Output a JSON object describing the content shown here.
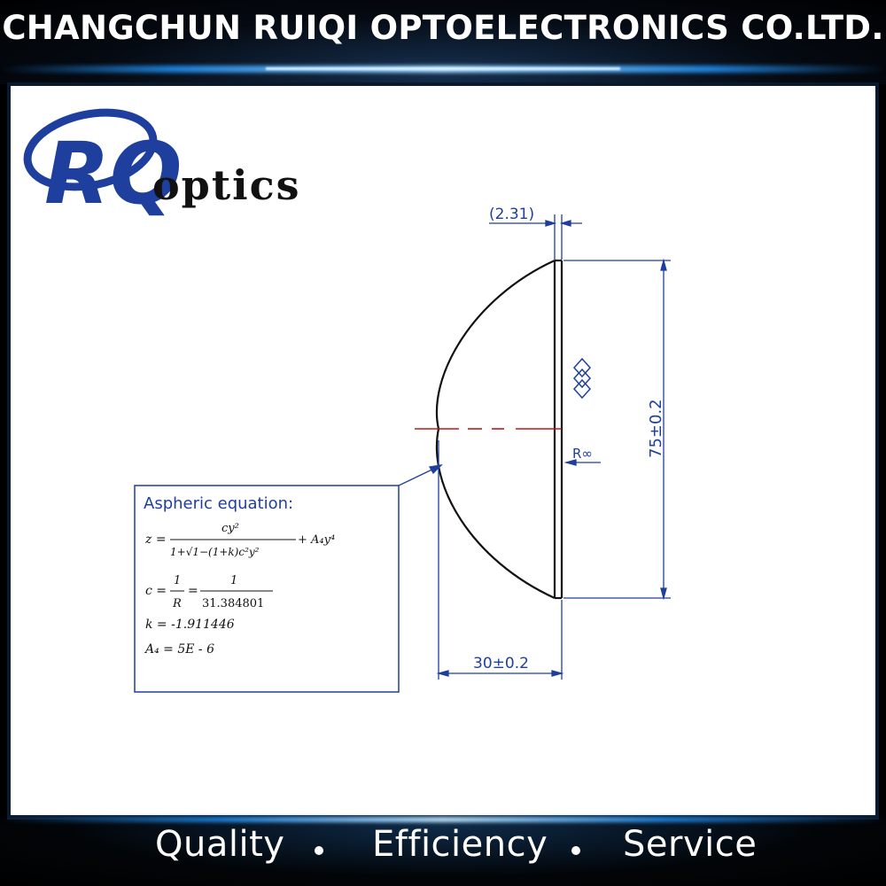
{
  "header": {
    "title": "CHANGCHUN RUIQI OPTOELECTRONICS CO.LTD."
  },
  "logo": {
    "mark": "RQ",
    "wordmark": "optics",
    "brand_color": "#1f3f9e"
  },
  "drawing": {
    "edge_thickness": "(2.31)",
    "diameter": "75±0.2",
    "center_thickness": "30±0.2",
    "flat_surface_radius": "R∞",
    "line_color": "#1f3f9e"
  },
  "equation": {
    "title": "Aspheric equation:",
    "z_lhs": "z =",
    "z_num": "cy²",
    "z_den": "1+√1−(1+k)c²y²",
    "z_term": "+ A₄y⁴",
    "c_lhs": "c =",
    "c_num": "1",
    "c_den": "R",
    "c_eq": "=",
    "c_num2": "1",
    "c_den2": "31.384801",
    "k_line": "k = -1.911446",
    "a4_line": "A₄ = 5E - 6"
  },
  "footer": {
    "items": [
      "Quality",
      "Efficiency",
      "Service"
    ]
  }
}
